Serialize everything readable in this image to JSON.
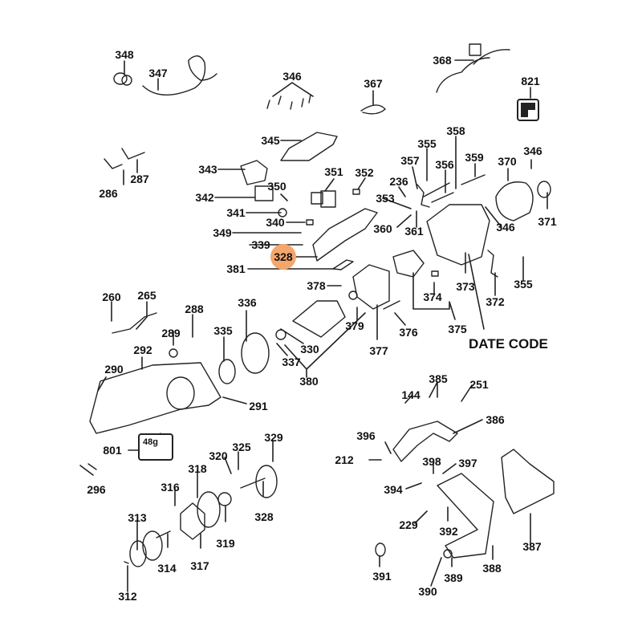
{
  "diagram": {
    "title": "Exploded parts diagram",
    "highlight": {
      "part": "328",
      "color": "#F5A66B"
    },
    "date_code_label": "DATE CODE",
    "kit_box": {
      "part": "801",
      "quantity": "48g"
    },
    "icon_box": {
      "part": "821"
    },
    "labels": [
      {
        "id": "348",
        "text": "348"
      },
      {
        "id": "347",
        "text": "347"
      },
      {
        "id": "346a",
        "text": "346"
      },
      {
        "id": "367",
        "text": "367"
      },
      {
        "id": "368",
        "text": "368"
      },
      {
        "id": "821",
        "text": "821"
      },
      {
        "id": "345",
        "text": "345"
      },
      {
        "id": "343",
        "text": "343"
      },
      {
        "id": "351",
        "text": "351"
      },
      {
        "id": "352",
        "text": "352"
      },
      {
        "id": "350",
        "text": "350"
      },
      {
        "id": "342",
        "text": "342"
      },
      {
        "id": "341",
        "text": "341"
      },
      {
        "id": "340",
        "text": "340"
      },
      {
        "id": "349",
        "text": "349"
      },
      {
        "id": "339",
        "text": "339"
      },
      {
        "id": "328a",
        "text": "328"
      },
      {
        "id": "381",
        "text": "381"
      },
      {
        "id": "286",
        "text": "286"
      },
      {
        "id": "287",
        "text": "287"
      },
      {
        "id": "358",
        "text": "358"
      },
      {
        "id": "355a",
        "text": "355"
      },
      {
        "id": "357",
        "text": "357"
      },
      {
        "id": "356",
        "text": "356"
      },
      {
        "id": "359",
        "text": "359"
      },
      {
        "id": "370",
        "text": "370"
      },
      {
        "id": "346b",
        "text": "346"
      },
      {
        "id": "236",
        "text": "236"
      },
      {
        "id": "353",
        "text": "353"
      },
      {
        "id": "360",
        "text": "360"
      },
      {
        "id": "361",
        "text": "361"
      },
      {
        "id": "346c",
        "text": "346"
      },
      {
        "id": "371",
        "text": "371"
      },
      {
        "id": "373",
        "text": "373"
      },
      {
        "id": "372",
        "text": "372"
      },
      {
        "id": "355b",
        "text": "355"
      },
      {
        "id": "374",
        "text": "374"
      },
      {
        "id": "375",
        "text": "375"
      },
      {
        "id": "378",
        "text": "378"
      },
      {
        "id": "379",
        "text": "379"
      },
      {
        "id": "376",
        "text": "376"
      },
      {
        "id": "377",
        "text": "377"
      },
      {
        "id": "330",
        "text": "330"
      },
      {
        "id": "337",
        "text": "337"
      },
      {
        "id": "380",
        "text": "380"
      },
      {
        "id": "260",
        "text": "260"
      },
      {
        "id": "265",
        "text": "265"
      },
      {
        "id": "288",
        "text": "288"
      },
      {
        "id": "289",
        "text": "289"
      },
      {
        "id": "336",
        "text": "336"
      },
      {
        "id": "335",
        "text": "335"
      },
      {
        "id": "292",
        "text": "292"
      },
      {
        "id": "290",
        "text": "290"
      },
      {
        "id": "291",
        "text": "291"
      },
      {
        "id": "801",
        "text": "801"
      },
      {
        "id": "296",
        "text": "296"
      },
      {
        "id": "320",
        "text": "320"
      },
      {
        "id": "325",
        "text": "325"
      },
      {
        "id": "329",
        "text": "329"
      },
      {
        "id": "318",
        "text": "318"
      },
      {
        "id": "316",
        "text": "316"
      },
      {
        "id": "328b",
        "text": "328"
      },
      {
        "id": "319",
        "text": "319"
      },
      {
        "id": "313",
        "text": "313"
      },
      {
        "id": "314",
        "text": "314"
      },
      {
        "id": "317",
        "text": "317"
      },
      {
        "id": "312",
        "text": "312"
      },
      {
        "id": "144",
        "text": "144"
      },
      {
        "id": "385",
        "text": "385"
      },
      {
        "id": "251",
        "text": "251"
      },
      {
        "id": "386",
        "text": "386"
      },
      {
        "id": "396",
        "text": "396"
      },
      {
        "id": "212",
        "text": "212"
      },
      {
        "id": "398",
        "text": "398"
      },
      {
        "id": "397",
        "text": "397"
      },
      {
        "id": "394",
        "text": "394"
      },
      {
        "id": "229",
        "text": "229"
      },
      {
        "id": "392",
        "text": "392"
      },
      {
        "id": "387",
        "text": "387"
      },
      {
        "id": "391",
        "text": "391"
      },
      {
        "id": "389",
        "text": "389"
      },
      {
        "id": "388",
        "text": "388"
      },
      {
        "id": "390",
        "text": "390"
      }
    ]
  }
}
